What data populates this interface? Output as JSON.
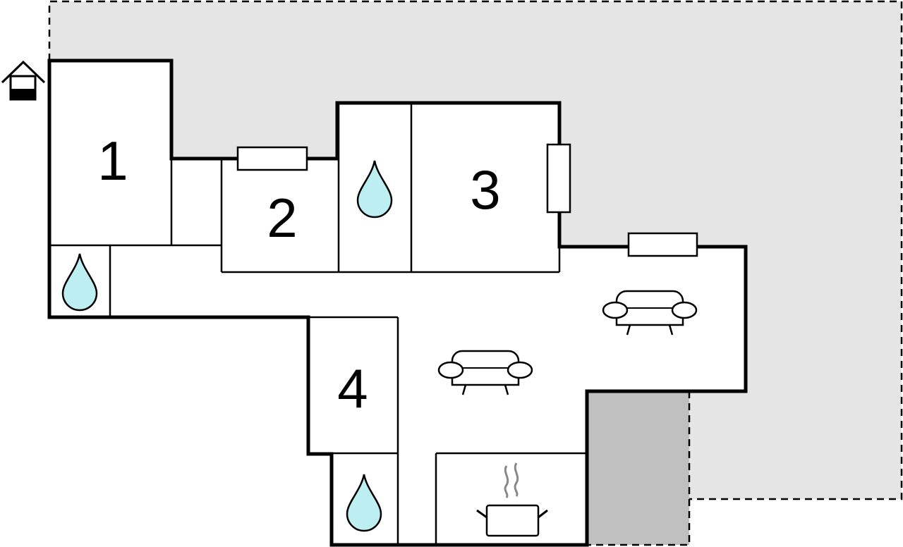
{
  "rooms": [
    {
      "id": "1",
      "label": "1"
    },
    {
      "id": "2",
      "label": "2"
    },
    {
      "id": "3",
      "label": "3"
    },
    {
      "id": "4",
      "label": "4"
    }
  ],
  "icons": {
    "bathroom": "water-drop-icon",
    "living": "sofa-icon",
    "kitchen": "cooking-pot-icon",
    "entrance": "house-entrance-icon",
    "window": "window-icon"
  },
  "colors": {
    "terrace": "#e5e5e5",
    "covered_area": "#c0c0c0",
    "water": "#bdeff2",
    "walls": "#000000"
  }
}
